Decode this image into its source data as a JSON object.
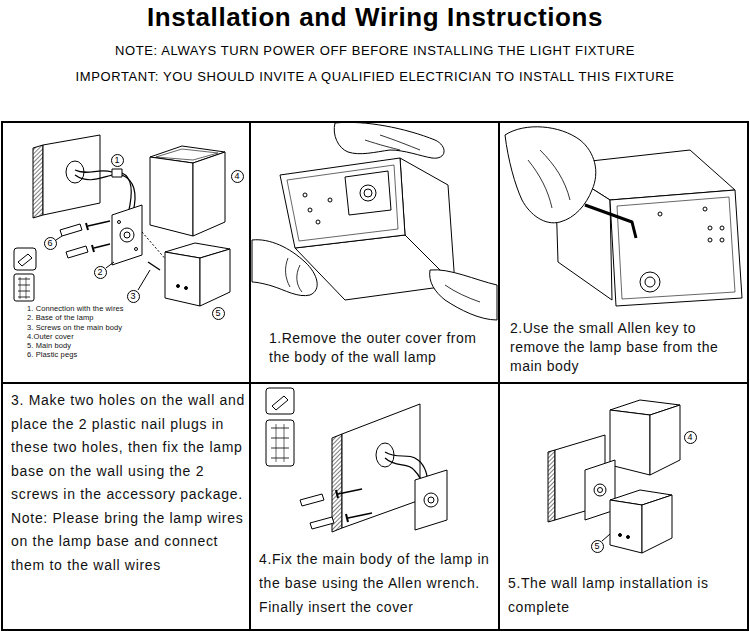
{
  "diagram": {
    "title": "Installation and Wiring Instructions",
    "nodes": [
      {
        "text": [
          "1. Connection with the wires",
          "2. Base of the lamp",
          "3. Screws on the main body",
          "4.Outer cover",
          "5. Main body",
          "6. Plastic pegs"
        ]
      },
      {
        "text": [
          "1.Remove the outer cover from the body of the wall lamp"
        ]
      },
      {
        "text": [
          "2.Use the small Allen key to remove the lamp base from the main body"
        ]
      },
      {
        "text": [
          "3. Make two holes on the wall and place the 2 plastic nail plugs in these two holes, then fix the lamp base on the wall using the 2 screws in the accessory package.",
          "Note: Please bring the lamp wires on the lamp base and connect them to the wall wires"
        ]
      },
      {
        "text": [
          "4.Fix the main body of the lamp in the base using the Allen wrench. Finally insert the cover"
        ]
      },
      {
        "text": [
          "5.The wall lamp installation is complete"
        ]
      }
    ],
    "labels": [
      "NOTE: ALWAYS TURN POWER OFF BEFORE INSTALLING THE LIGHT FIXTURE",
      "IMPORTANT: YOU SHOULD INVITE A QUALIFIED ELECTRICIAN TO INSTALL THIS FIXTURE",
      "1",
      "4",
      "6",
      "2",
      "3",
      "5",
      "4",
      "5"
    ]
  }
}
